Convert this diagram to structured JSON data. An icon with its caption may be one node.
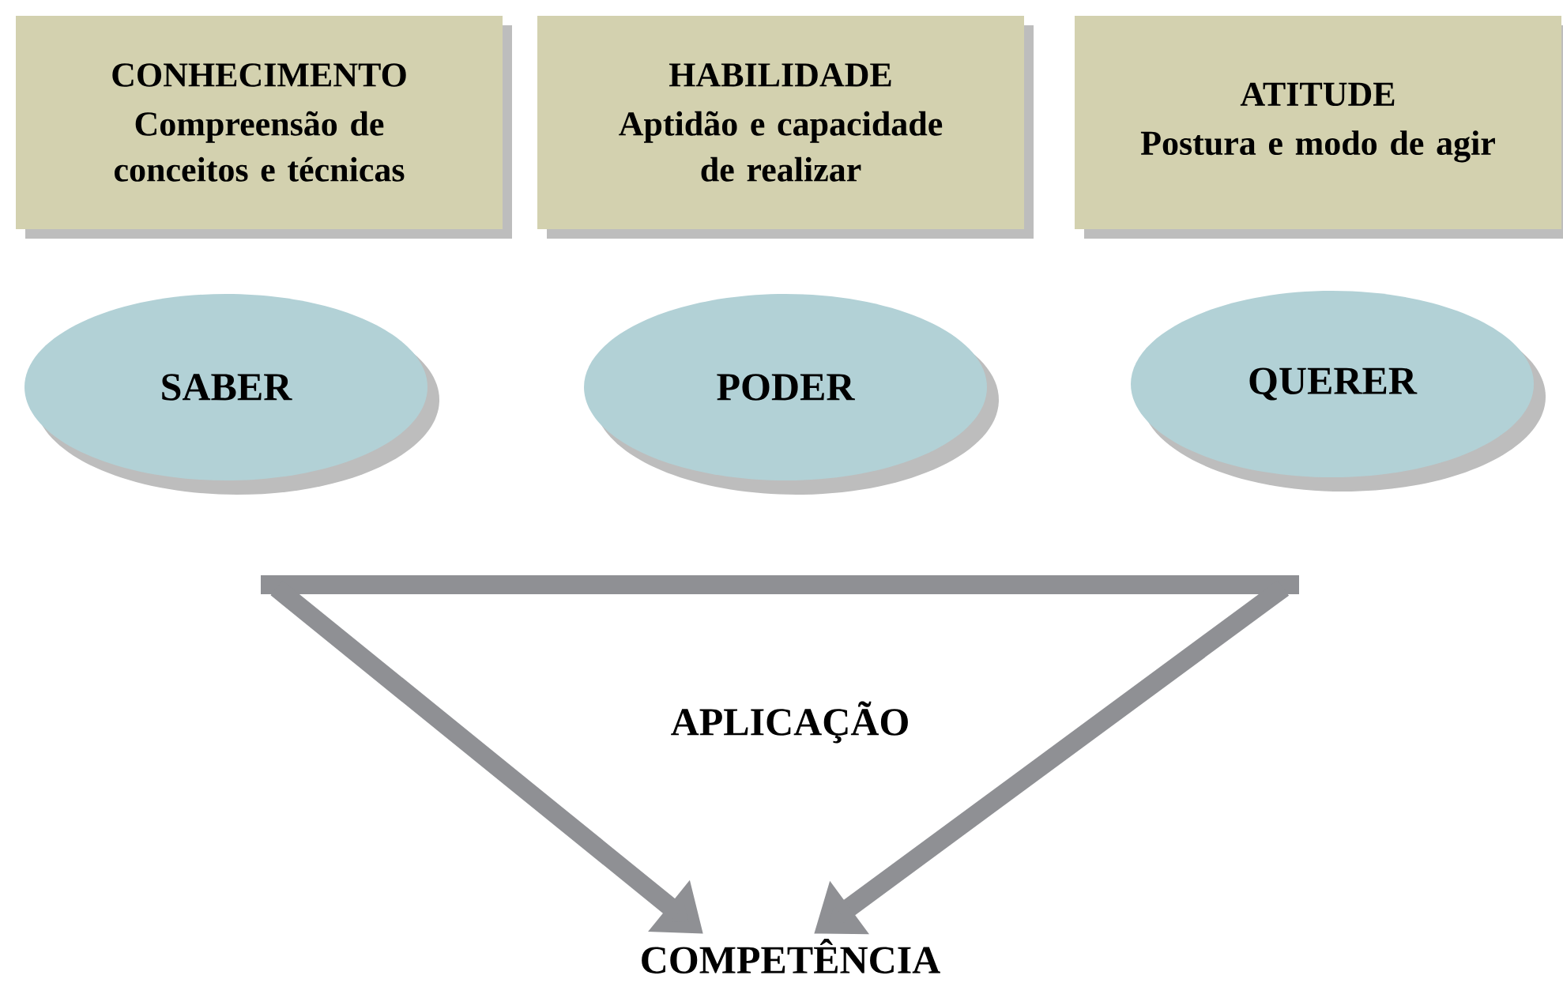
{
  "diagram": {
    "nodes": [
      {
        "text": [
          "CONHECIMENTO",
          "Compreensão de conceitos e técnicas"
        ]
      },
      {
        "text": [
          "HABILIDADE",
          "Aptidão e capacidade de realizar"
        ]
      },
      {
        "text": [
          "ATITUDE",
          "Postura e modo de agir"
        ]
      },
      {
        "text": [
          "SABER"
        ]
      },
      {
        "text": [
          "PODER"
        ]
      },
      {
        "text": [
          "QUERER"
        ]
      },
      {
        "text": [
          "COMPETÊNCIA"
        ]
      }
    ],
    "edges": [
      {
        "from": null,
        "to": 6,
        "arrow": "to"
      },
      {
        "from": null,
        "to": 6,
        "arrow": "to"
      }
    ],
    "labels": [
      "APLICAÇÃO"
    ]
  }
}
